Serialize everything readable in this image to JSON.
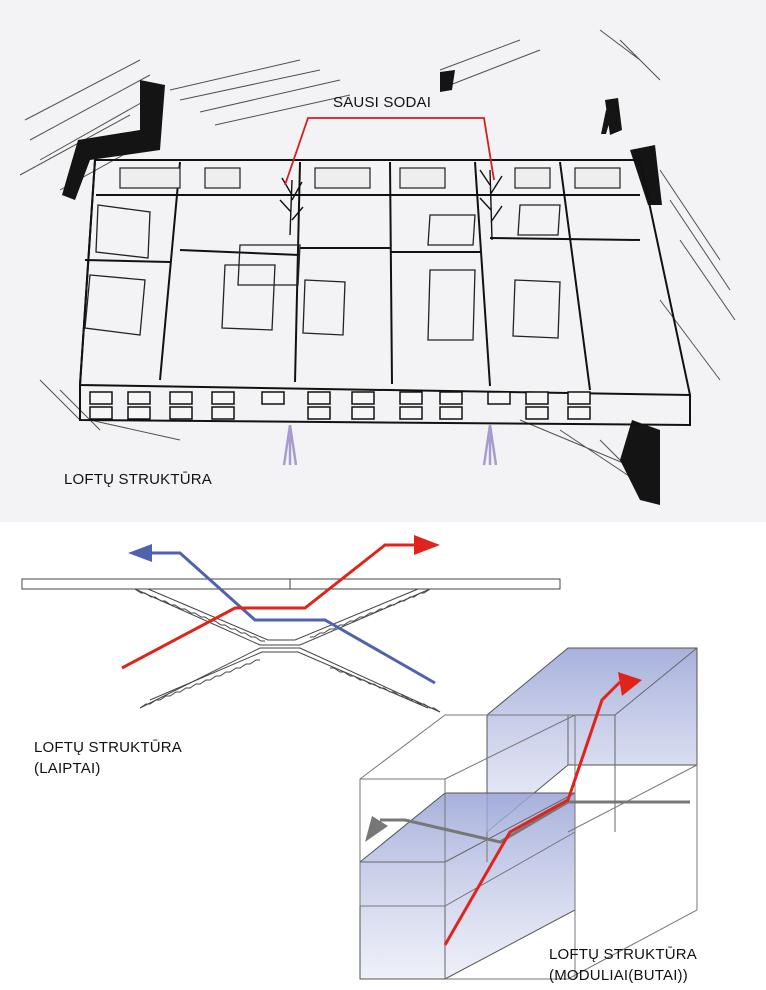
{
  "sketch": {
    "callout": "SAUSI SODAI",
    "caption": "LOFTŲ STRUKTŪRA"
  },
  "stairs": {
    "caption_line1": "LOFTŲ STRUKTŪRA",
    "caption_line2": "(LAIPTAI)"
  },
  "modules": {
    "caption_line1": "LOFTŲ STRUKTŪRA",
    "caption_line2": "(MODULIAI(BUTAI))"
  },
  "colors": {
    "red": "#e0241b",
    "blue": "#4f62b0",
    "grey": "#777777",
    "box_fill": "#9aa5d6",
    "ink": "#111111"
  }
}
